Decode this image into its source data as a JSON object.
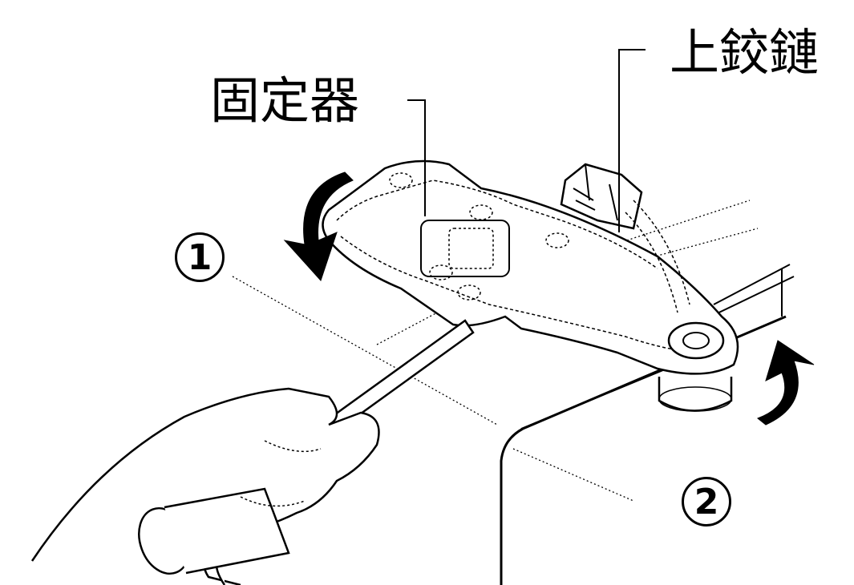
{
  "labels": {
    "upper_hinge": "上鉸鏈",
    "fixer": "固定器"
  },
  "steps": {
    "step1": "1",
    "step2": "2"
  },
  "colors": {
    "ink": "#000000",
    "paper": "#ffffff"
  }
}
